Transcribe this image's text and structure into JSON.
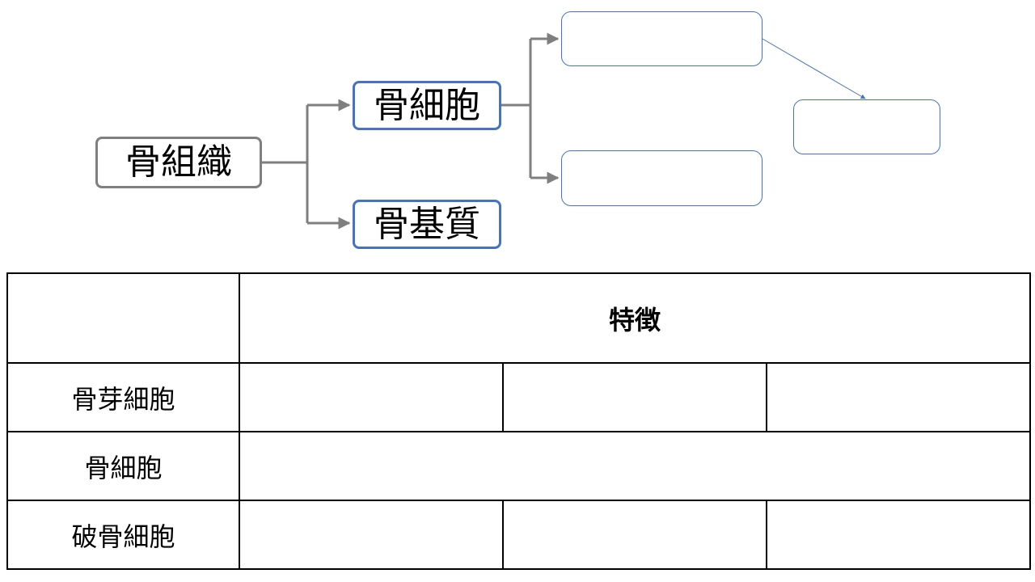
{
  "diagram": {
    "root": "骨組織",
    "branches": [
      "骨細胞",
      "骨基質"
    ],
    "blank_boxes": [
      "",
      "",
      ""
    ],
    "colors": {
      "connector": "#7f7f7f",
      "accent": "#4472c4"
    }
  },
  "table": {
    "corner": "",
    "header": "特徴",
    "rows": [
      {
        "label": "骨芽細胞",
        "cells": [
          "",
          "",
          ""
        ]
      },
      {
        "label": "骨細胞",
        "cells": [
          ""
        ]
      },
      {
        "label": "破骨細胞",
        "cells": [
          "",
          "",
          ""
        ]
      }
    ]
  }
}
